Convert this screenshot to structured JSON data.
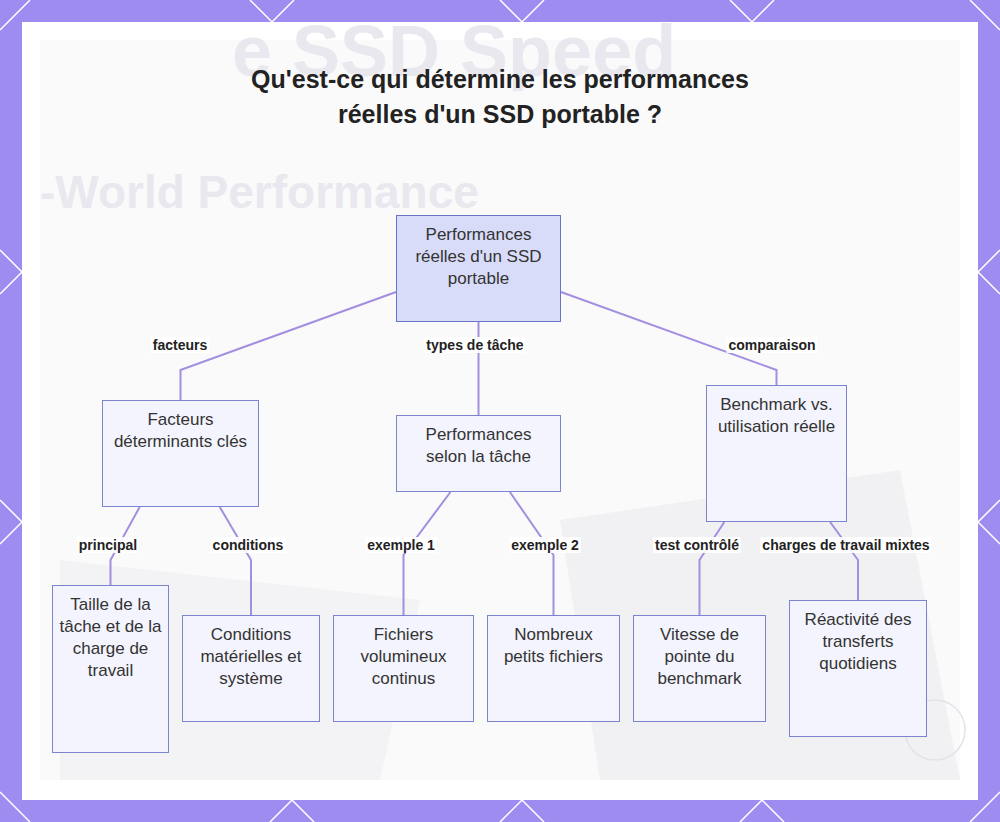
{
  "diagram": {
    "title": "Qu'est-ce qui détermine les performances réelles d'un SSD portable ?",
    "nodes": [
      {
        "text": [
          "Performances réelles d'un SSD portable"
        ]
      },
      {
        "text": [
          "Facteurs déterminants clés"
        ]
      },
      {
        "text": [
          "Performances selon la tâche"
        ]
      },
      {
        "text": [
          "Benchmark vs. utilisation réelle"
        ]
      },
      {
        "text": [
          "Taille de la tâche et de la charge de travail"
        ]
      },
      {
        "text": [
          "Conditions matérielles et système"
        ]
      },
      {
        "text": [
          "Fichiers volumineux continus"
        ]
      },
      {
        "text": [
          "Nombreux petits fichiers"
        ]
      },
      {
        "text": [
          "Vitesse de pointe du benchmark"
        ]
      },
      {
        "text": [
          "Réactivité des transferts quotidiens"
        ]
      }
    ],
    "edges": [
      {
        "from": 0,
        "to": 1,
        "label": "facteurs",
        "arrow": "none"
      },
      {
        "from": 0,
        "to": 2,
        "label": "types de tâche",
        "arrow": "none"
      },
      {
        "from": 0,
        "to": 3,
        "label": "comparaison",
        "arrow": "none"
      },
      {
        "from": 1,
        "to": 4,
        "label": "principal",
        "arrow": "none"
      },
      {
        "from": 1,
        "to": 5,
        "label": "conditions",
        "arrow": "none"
      },
      {
        "from": 2,
        "to": 6,
        "label": "exemple 1",
        "arrow": "none"
      },
      {
        "from": 2,
        "to": 7,
        "label": "exemple 2",
        "arrow": "none"
      },
      {
        "from": 3,
        "to": 8,
        "label": "test contrôlé",
        "arrow": "none"
      },
      {
        "from": 3,
        "to": 9,
        "label": "charges de travail mixtes",
        "arrow": "none"
      }
    ],
    "labels": [
      "e SSD Speed",
      "-World Performance"
    ]
  }
}
